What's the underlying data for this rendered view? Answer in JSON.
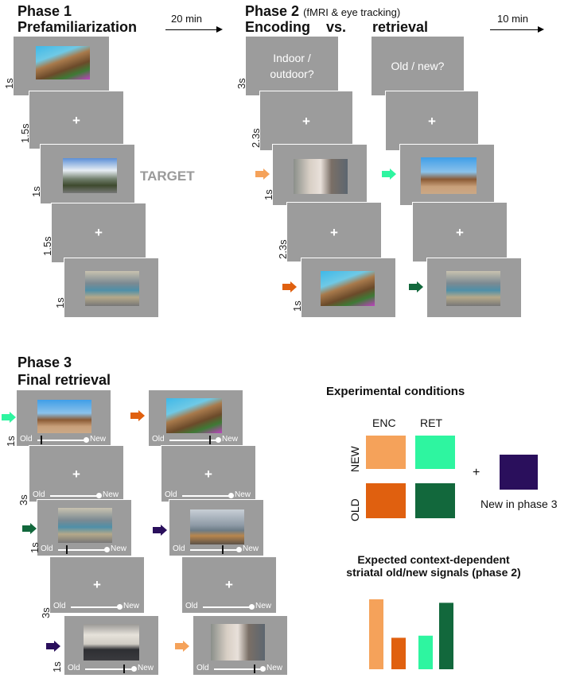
{
  "phase1": {
    "title": "Phase 1",
    "subtitle": "Prefamiliarization",
    "target_label": "TARGET",
    "durations": [
      "1s",
      "1.5s",
      "1s",
      "1.5s",
      "1s"
    ]
  },
  "gap1": "20 min",
  "phase2": {
    "title": "Phase 2",
    "title_note": "(fMRI & eye tracking)",
    "encoding": "Encoding",
    "vs": "vs.",
    "retrieval": "retrieval",
    "enc_prompt_1": "Indoor /",
    "enc_prompt_2": "outdoor?",
    "ret_prompt": "Old / new?",
    "durations": [
      "3s",
      "2.3s",
      "1s",
      "2.3s",
      "1s"
    ]
  },
  "gap2": "10 min",
  "phase3": {
    "title": "Phase 3",
    "subtitle": "Final retrieval",
    "durations": [
      "1s",
      "3s",
      "1s",
      "3s",
      "1s"
    ]
  },
  "fixation": "+",
  "scale": {
    "old": "Old",
    "new": "New"
  },
  "conditions": {
    "title": "Experimental conditions",
    "col_enc": "ENC",
    "col_ret": "RET",
    "row_new": "NEW",
    "row_old": "OLD",
    "plus": "+",
    "new_phase3": "New in phase 3"
  },
  "expected": {
    "title_1": "Expected context-dependent",
    "title_2": "striatal old/new signals (phase 2)"
  },
  "colors": {
    "enc_new": "#f5a25a",
    "ret_new": "#2ef5a0",
    "enc_old": "#e0600f",
    "ret_old": "#12683c",
    "new_p3": "#2a0f5c",
    "slide": "#9c9c9c"
  },
  "chart_data": {
    "type": "bar",
    "categories": [
      "ENC NEW",
      "ENC OLD",
      "RET NEW",
      "RET OLD"
    ],
    "values": [
      1.0,
      0.45,
      0.48,
      0.95
    ]
  }
}
